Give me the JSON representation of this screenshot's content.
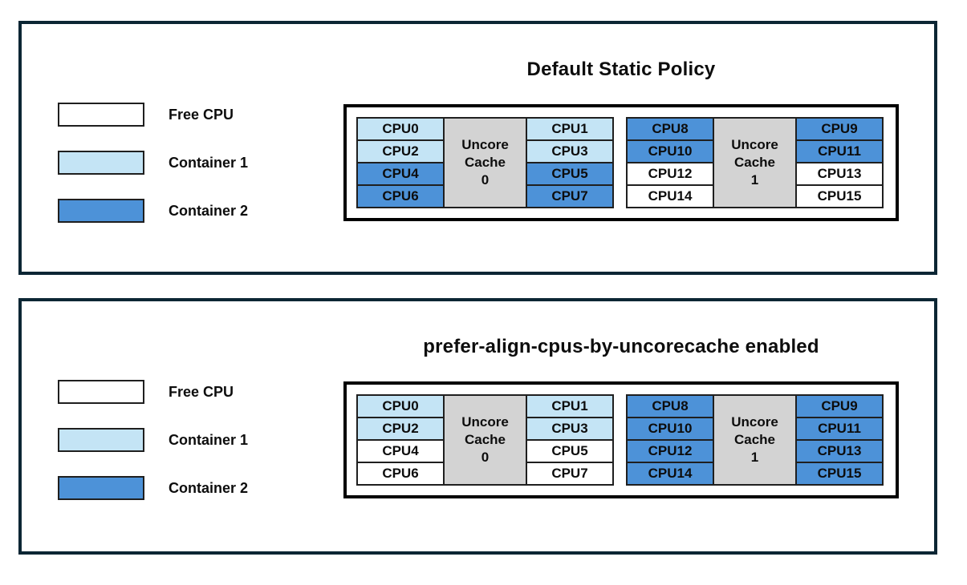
{
  "colors": {
    "free": "#ffffff",
    "container1": "#c4e4f5",
    "container2": "#4d92d8",
    "cache_fill": "#d3d3d3",
    "panel_border": "#0c2634",
    "cell_border": "#1f1f1f"
  },
  "panels": [
    {
      "title": "Default Static Policy",
      "legend": [
        {
          "label": "Free CPU",
          "state": "free"
        },
        {
          "label": "Container 1",
          "state": "container1"
        },
        {
          "label": "Container 2",
          "state": "container2"
        }
      ],
      "groups": [
        {
          "cache": {
            "line1": "Uncore",
            "line2": "Cache",
            "line3": "0"
          },
          "left_cpus": [
            {
              "label": "CPU0",
              "state": "container1"
            },
            {
              "label": "CPU2",
              "state": "container1"
            },
            {
              "label": "CPU4",
              "state": "container2"
            },
            {
              "label": "CPU6",
              "state": "container2"
            }
          ],
          "right_cpus": [
            {
              "label": "CPU1",
              "state": "container1"
            },
            {
              "label": "CPU3",
              "state": "container1"
            },
            {
              "label": "CPU5",
              "state": "container2"
            },
            {
              "label": "CPU7",
              "state": "container2"
            }
          ]
        },
        {
          "cache": {
            "line1": "Uncore",
            "line2": "Cache",
            "line3": "1"
          },
          "left_cpus": [
            {
              "label": "CPU8",
              "state": "container2"
            },
            {
              "label": "CPU10",
              "state": "container2"
            },
            {
              "label": "CPU12",
              "state": "free"
            },
            {
              "label": "CPU14",
              "state": "free"
            }
          ],
          "right_cpus": [
            {
              "label": "CPU9",
              "state": "container2"
            },
            {
              "label": "CPU11",
              "state": "container2"
            },
            {
              "label": "CPU13",
              "state": "free"
            },
            {
              "label": "CPU15",
              "state": "free"
            }
          ]
        }
      ]
    },
    {
      "title": "prefer-align-cpus-by-uncorecache enabled",
      "legend": [
        {
          "label": "Free CPU",
          "state": "free"
        },
        {
          "label": "Container 1",
          "state": "container1"
        },
        {
          "label": "Container 2",
          "state": "container2"
        }
      ],
      "groups": [
        {
          "cache": {
            "line1": "Uncore",
            "line2": "Cache",
            "line3": "0"
          },
          "left_cpus": [
            {
              "label": "CPU0",
              "state": "container1"
            },
            {
              "label": "CPU2",
              "state": "container1"
            },
            {
              "label": "CPU4",
              "state": "free"
            },
            {
              "label": "CPU6",
              "state": "free"
            }
          ],
          "right_cpus": [
            {
              "label": "CPU1",
              "state": "container1"
            },
            {
              "label": "CPU3",
              "state": "container1"
            },
            {
              "label": "CPU5",
              "state": "free"
            },
            {
              "label": "CPU7",
              "state": "free"
            }
          ]
        },
        {
          "cache": {
            "line1": "Uncore",
            "line2": "Cache",
            "line3": "1"
          },
          "left_cpus": [
            {
              "label": "CPU8",
              "state": "container2"
            },
            {
              "label": "CPU10",
              "state": "container2"
            },
            {
              "label": "CPU12",
              "state": "container2"
            },
            {
              "label": "CPU14",
              "state": "container2"
            }
          ],
          "right_cpus": [
            {
              "label": "CPU9",
              "state": "container2"
            },
            {
              "label": "CPU11",
              "state": "container2"
            },
            {
              "label": "CPU13",
              "state": "container2"
            },
            {
              "label": "CPU15",
              "state": "container2"
            }
          ]
        }
      ]
    }
  ]
}
